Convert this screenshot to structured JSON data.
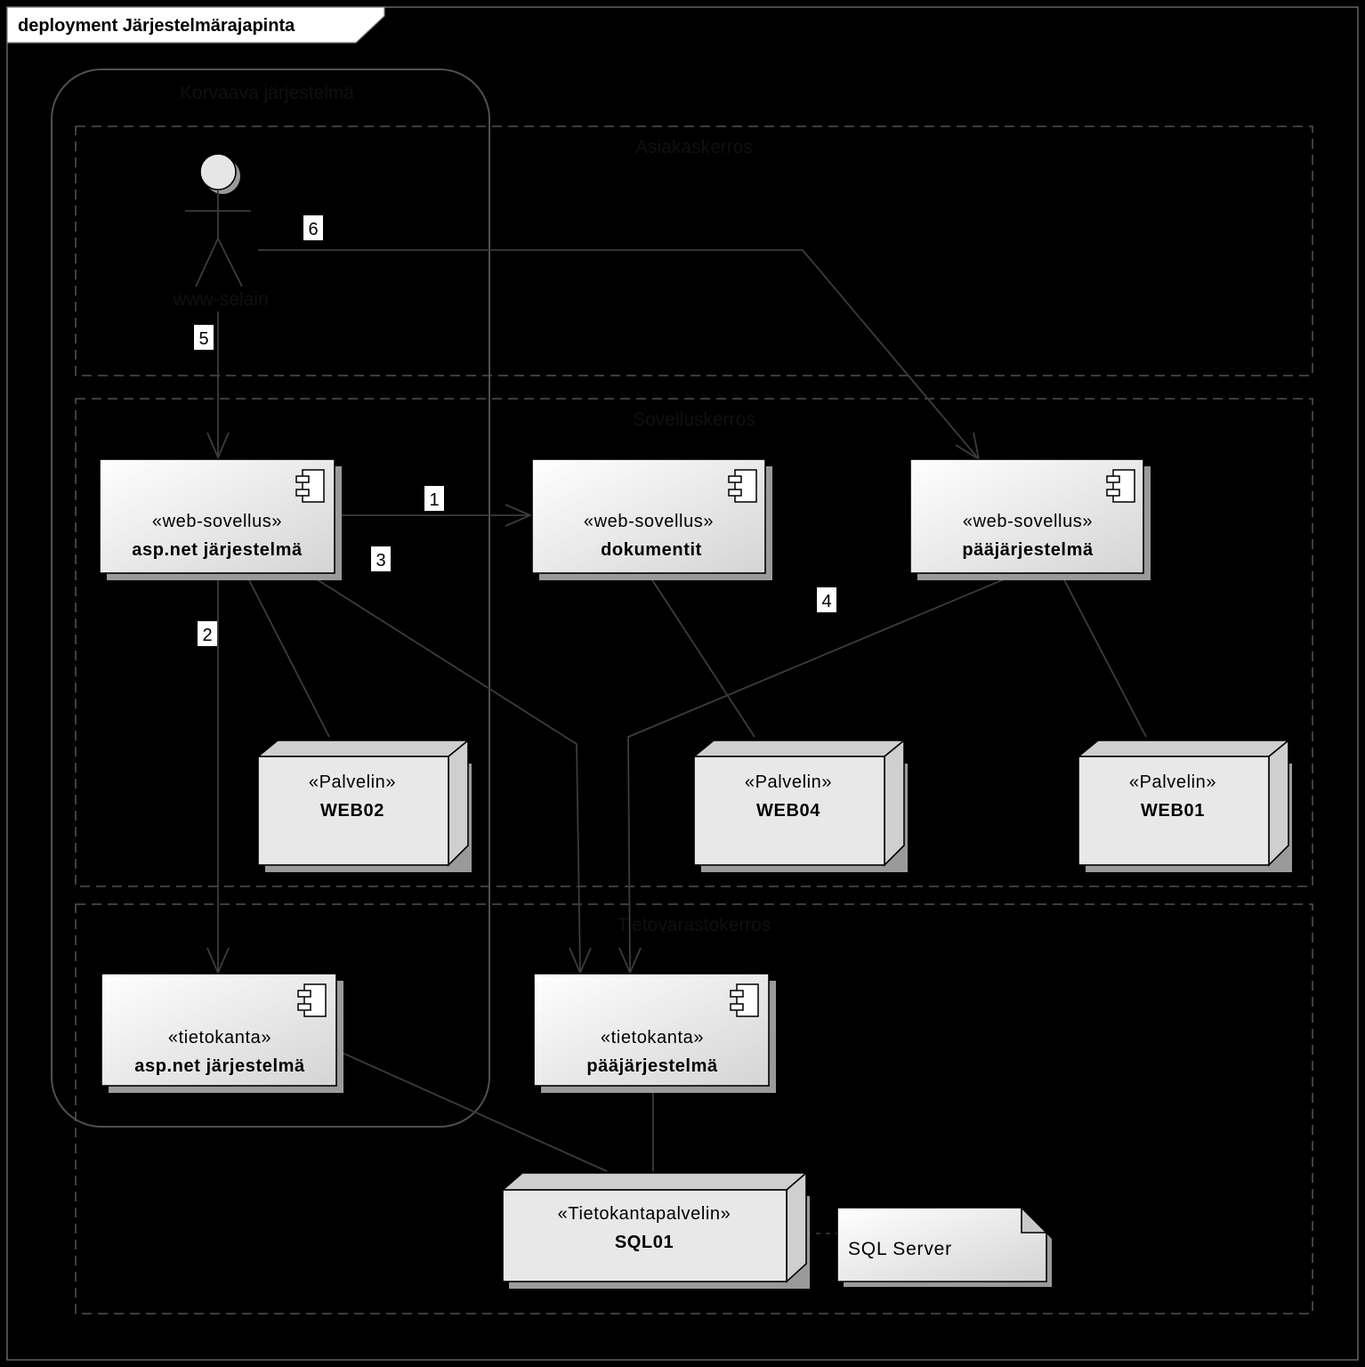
{
  "frame": {
    "title": "deployment Järjestelmärajapinta"
  },
  "boundary": {
    "label": "Korvaava järjestelmä"
  },
  "layers": [
    {
      "id": "client",
      "label": "Asiakaskerros"
    },
    {
      "id": "app",
      "label": "Sovelluskerros"
    },
    {
      "id": "data",
      "label": "Tietovarastokerros"
    }
  ],
  "actor": {
    "label": "www-selain"
  },
  "components": [
    {
      "id": "web_asp",
      "stereotype": "«web-sovellus»",
      "name": "asp.net järjestelmä"
    },
    {
      "id": "web_doc",
      "stereotype": "«web-sovellus»",
      "name": "dokumentit"
    },
    {
      "id": "web_main",
      "stereotype": "«web-sovellus»",
      "name": "pääjärjestelmä"
    },
    {
      "id": "db_asp",
      "stereotype": "«tietokanta»",
      "name": "asp.net järjestelmä"
    },
    {
      "id": "db_main",
      "stereotype": "«tietokanta»",
      "name": "pääjärjestelmä"
    }
  ],
  "nodes": [
    {
      "id": "web02",
      "stereotype": "«Palvelin»",
      "name": "WEB02"
    },
    {
      "id": "web04",
      "stereotype": "«Palvelin»",
      "name": "WEB04"
    },
    {
      "id": "web01",
      "stereotype": "«Palvelin»",
      "name": "WEB01"
    },
    {
      "id": "sql01",
      "stereotype": "«Tietokantapalvelin»",
      "name": "SQL01"
    }
  ],
  "note": {
    "text": "SQL Server"
  },
  "edges": [
    {
      "id": "e1",
      "label": "1",
      "from": "web_asp",
      "to": "web_doc"
    },
    {
      "id": "e2",
      "label": "2",
      "from": "web_asp",
      "to": "db_asp"
    },
    {
      "id": "e3",
      "label": "3",
      "from": "web_asp",
      "to": "db_main"
    },
    {
      "id": "e4",
      "label": "4",
      "from": "web_main",
      "to": "db_main"
    },
    {
      "id": "e5",
      "label": "5",
      "from": "actor",
      "to": "web_asp"
    },
    {
      "id": "e6",
      "label": "6",
      "from": "actor",
      "to": "web_main"
    }
  ]
}
